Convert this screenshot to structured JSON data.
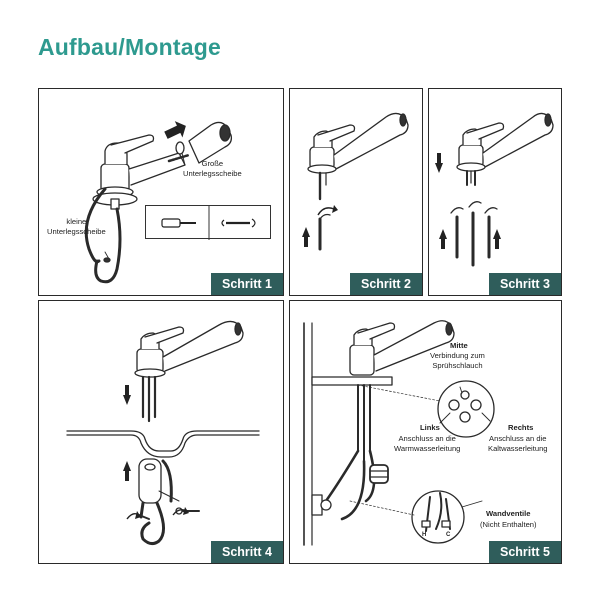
{
  "title": "Aufbau/Montage",
  "colors": {
    "accent": "#2e9a8f",
    "badge": "#2f5d5b",
    "line": "#2a2a2a"
  },
  "steps": [
    {
      "label": "Schritt 1"
    },
    {
      "label": "Schritt 2"
    },
    {
      "label": "Schritt 3"
    },
    {
      "label": "Schritt 4"
    },
    {
      "label": "Schritt 5"
    }
  ],
  "panel1": {
    "large_washer": "Große\nUnterlegsscheibe",
    "small_washer": "kleine\nUnterlegsscheibe",
    "tools": [
      "socket-wrench-icon",
      "open-end-wrench-icon"
    ]
  },
  "panel5": {
    "middle_title": "Mitte",
    "middle_desc": "Verbindung zum\nSprühschlauch",
    "left_title": "Links",
    "left_desc": "Anschluss an die\nWarmwasserleitung",
    "right_title": "Rechts",
    "right_desc": "Anschluss an die\nKaltwasserleitung",
    "valves_title": "Wandventile",
    "valves_desc": "(Nicht Enthalten)",
    "legend_h": "H",
    "legend_c": "C"
  }
}
